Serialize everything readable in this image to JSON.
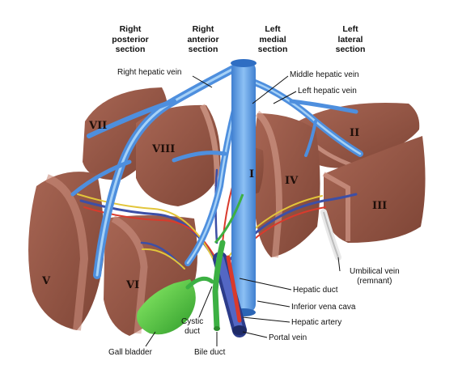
{
  "section_labels": {
    "right_posterior": "Right\nposterior\nsection",
    "right_anterior": "Right\nanterior\nsection",
    "left_medial": "Left\nmedial\nsection",
    "left_lateral": "Left\nlateral\nsection"
  },
  "segments": [
    "I",
    "II",
    "III",
    "IV",
    "V",
    "VI",
    "VII",
    "VIII"
  ],
  "callouts": {
    "right_hepatic_vein": "Right hepatic vein",
    "middle_hepatic_vein": "Middle hepatic vein",
    "left_hepatic_vein": "Left hepatic vein",
    "umbilical_vein": "Umbilical vein\n(remnant)",
    "hepatic_duct": "Hepatic duct",
    "inferior_vena_cava": "Inferior vena cava",
    "hepatic_artery": "Hepatic artery",
    "portal_vein": "Portal vein",
    "cystic_duct": "Cystic\nduct",
    "gall_bladder": "Gall bladder",
    "bile_duct": "Bile duct"
  },
  "colors": {
    "liver": "#9b5a4a",
    "liver_dark": "#7a4034",
    "liver_cut": "#c98c7c",
    "vein_blue": "#5e9be0",
    "vein_light": "#8fc0f2",
    "portal_purple": "#3d4fa6",
    "artery_red": "#d93a2c",
    "duct_green": "#3cb043",
    "gall_green": "#4fcf3a"
  }
}
